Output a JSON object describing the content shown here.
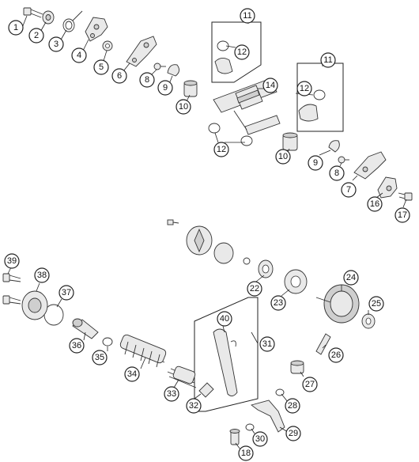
{
  "callouts": {
    "c1": "1",
    "c2": "2",
    "c3": "3",
    "c4": "4",
    "c5": "5",
    "c6": "6",
    "c7": "7",
    "c8a": "8",
    "c8b": "8",
    "c9a": "9",
    "c9b": "9",
    "c10a": "10",
    "c10b": "10",
    "c11a": "11",
    "c11b": "11",
    "c12a": "12",
    "c12b": "12",
    "c12c": "12",
    "c14": "14",
    "c16": "16",
    "c17": "17",
    "c18": "18",
    "c22": "22",
    "c23": "23",
    "c24": "24",
    "c25": "25",
    "c26": "26",
    "c27": "27",
    "c28": "28",
    "c29": "29",
    "c30": "30",
    "c31": "31",
    "c32": "32",
    "c33": "33",
    "c34": "34",
    "c35": "35",
    "c36": "36",
    "c37": "37",
    "c38": "38",
    "c39": "39",
    "c40": "40"
  },
  "colors": {
    "line": "#222222",
    "part_fill": "#e9e9e9",
    "background": "#ffffff"
  }
}
